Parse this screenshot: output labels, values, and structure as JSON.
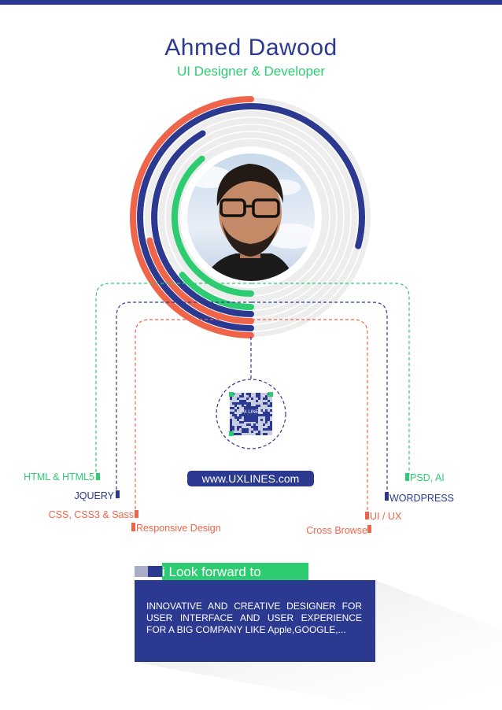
{
  "header": {
    "name": "Ahmed Dawood",
    "title": "UI Designer & Developer"
  },
  "skills_left": [
    {
      "label": "HTML & HTML5",
      "color": "#2ecc71"
    },
    {
      "label": "JQUERY",
      "color": "#2b3990"
    },
    {
      "label": "CSS, CSS3 & Sass",
      "color": "#f0654a"
    },
    {
      "label": "Responsive Design",
      "color": "#f0654a"
    }
  ],
  "skills_right": [
    {
      "label": "PSD, AI",
      "color": "#2ecc71"
    },
    {
      "label": "WORDPRESS",
      "color": "#2b3990"
    },
    {
      "label": "UI / UX",
      "color": "#f0654a"
    },
    {
      "label": "Cross Browse",
      "color": "#f0654a"
    }
  ],
  "qr": {
    "logo_text": "UX LINES"
  },
  "website": "www.UXLINES.com",
  "look_forward": {
    "heading": "i Look forward to",
    "body": "INNOVATIVE AND CREATIVE DESIGNER FOR USER INTERFACE AND USER EXPERIENCE FOR A BIG COMPANY LIKE Apple,GOOGLE,..."
  },
  "colors": {
    "primary_blue": "#2b3990",
    "accent_green": "#2ecc71",
    "accent_red": "#f0654a",
    "ring_grey": "#ebebeb"
  }
}
